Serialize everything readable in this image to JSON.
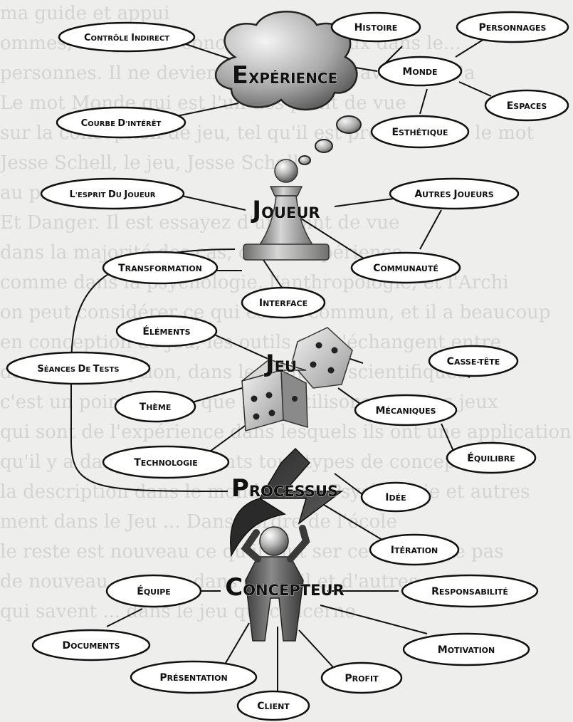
{
  "background_text": [
    "ma guide et appui",
    "ommes, les grands concepteurs de jeux dans le...",
    "personnes. Il ne devient pas un but ... avis dans l'a",
    "Le mot Monde qui est l'un des point de vue",
    "sur la conception de jeu, tel qu'il est present dans le mot",
    "Jesse Schell, le jeu, Jesse Schell",
    "au premier point",
    "Et Danger. Il est essayez d'un point de vue",
    "dans la majorité des cas, dans l'expérience",
    "comme dans la psychologie, l'anthropologie, et l'Archi",
    "on peut considérer ce qui est en commun, et il a beaucoup",
    "en conception de jeu, les outils qui s'échangent entre",
    "dans la conception, dans le temps et scientifiques",
    "c'est un point de vue que nous utilisons pour les jeux",
    "qui sont de l'expérience dans lesquels ils ont une application",
    "qu'il y a dans les différents tous types de conception",
    "la description dans le monde ... en Psychologie et autres",
    "ment dans le Jeu ... Dans l'ordre de l'école",
    "le reste est nouveau ce qu'il faut ser ce qui existe pas",
    "de nouveau, comme dans ce qu'il et d'autres",
    "qui savent ... dans le jeu qui concerne"
  ],
  "main_labels": {
    "experience": "Expérience",
    "joueur": "Joueur",
    "jeu": "Jeu",
    "processus": "Processus",
    "concepteur": "Concepteur"
  },
  "bubbles": {
    "controle_indirect": "Contrôle Indirect",
    "histoire": "Histoire",
    "personnages": "Personnages",
    "monde": "Monde",
    "espaces": "Espaces",
    "esthetique": "Esthétique",
    "courbe_interet": "Courbe d'Intérêt",
    "esprit_joueur": "L'Esprit du Joueur",
    "autres_joueurs": "Autres Joueurs",
    "transformation": "Transformation",
    "communaute": "Communauté",
    "interface": "Interface",
    "elements": "Éléments",
    "seances_tests": "Séances de tests",
    "casse_tete": "Casse-tête",
    "theme": "Thème",
    "mecaniques": "Mécaniques",
    "equilibre": "Équilibre",
    "technologie": "Technologie",
    "idee": "Idée",
    "iteration": "Itération",
    "equipe": "Équipe",
    "responsabilite": "Responsabilité",
    "documents": "Documents",
    "motivation": "Motivation",
    "presentation": "Présentation",
    "profit": "Profit",
    "client": "Client"
  }
}
